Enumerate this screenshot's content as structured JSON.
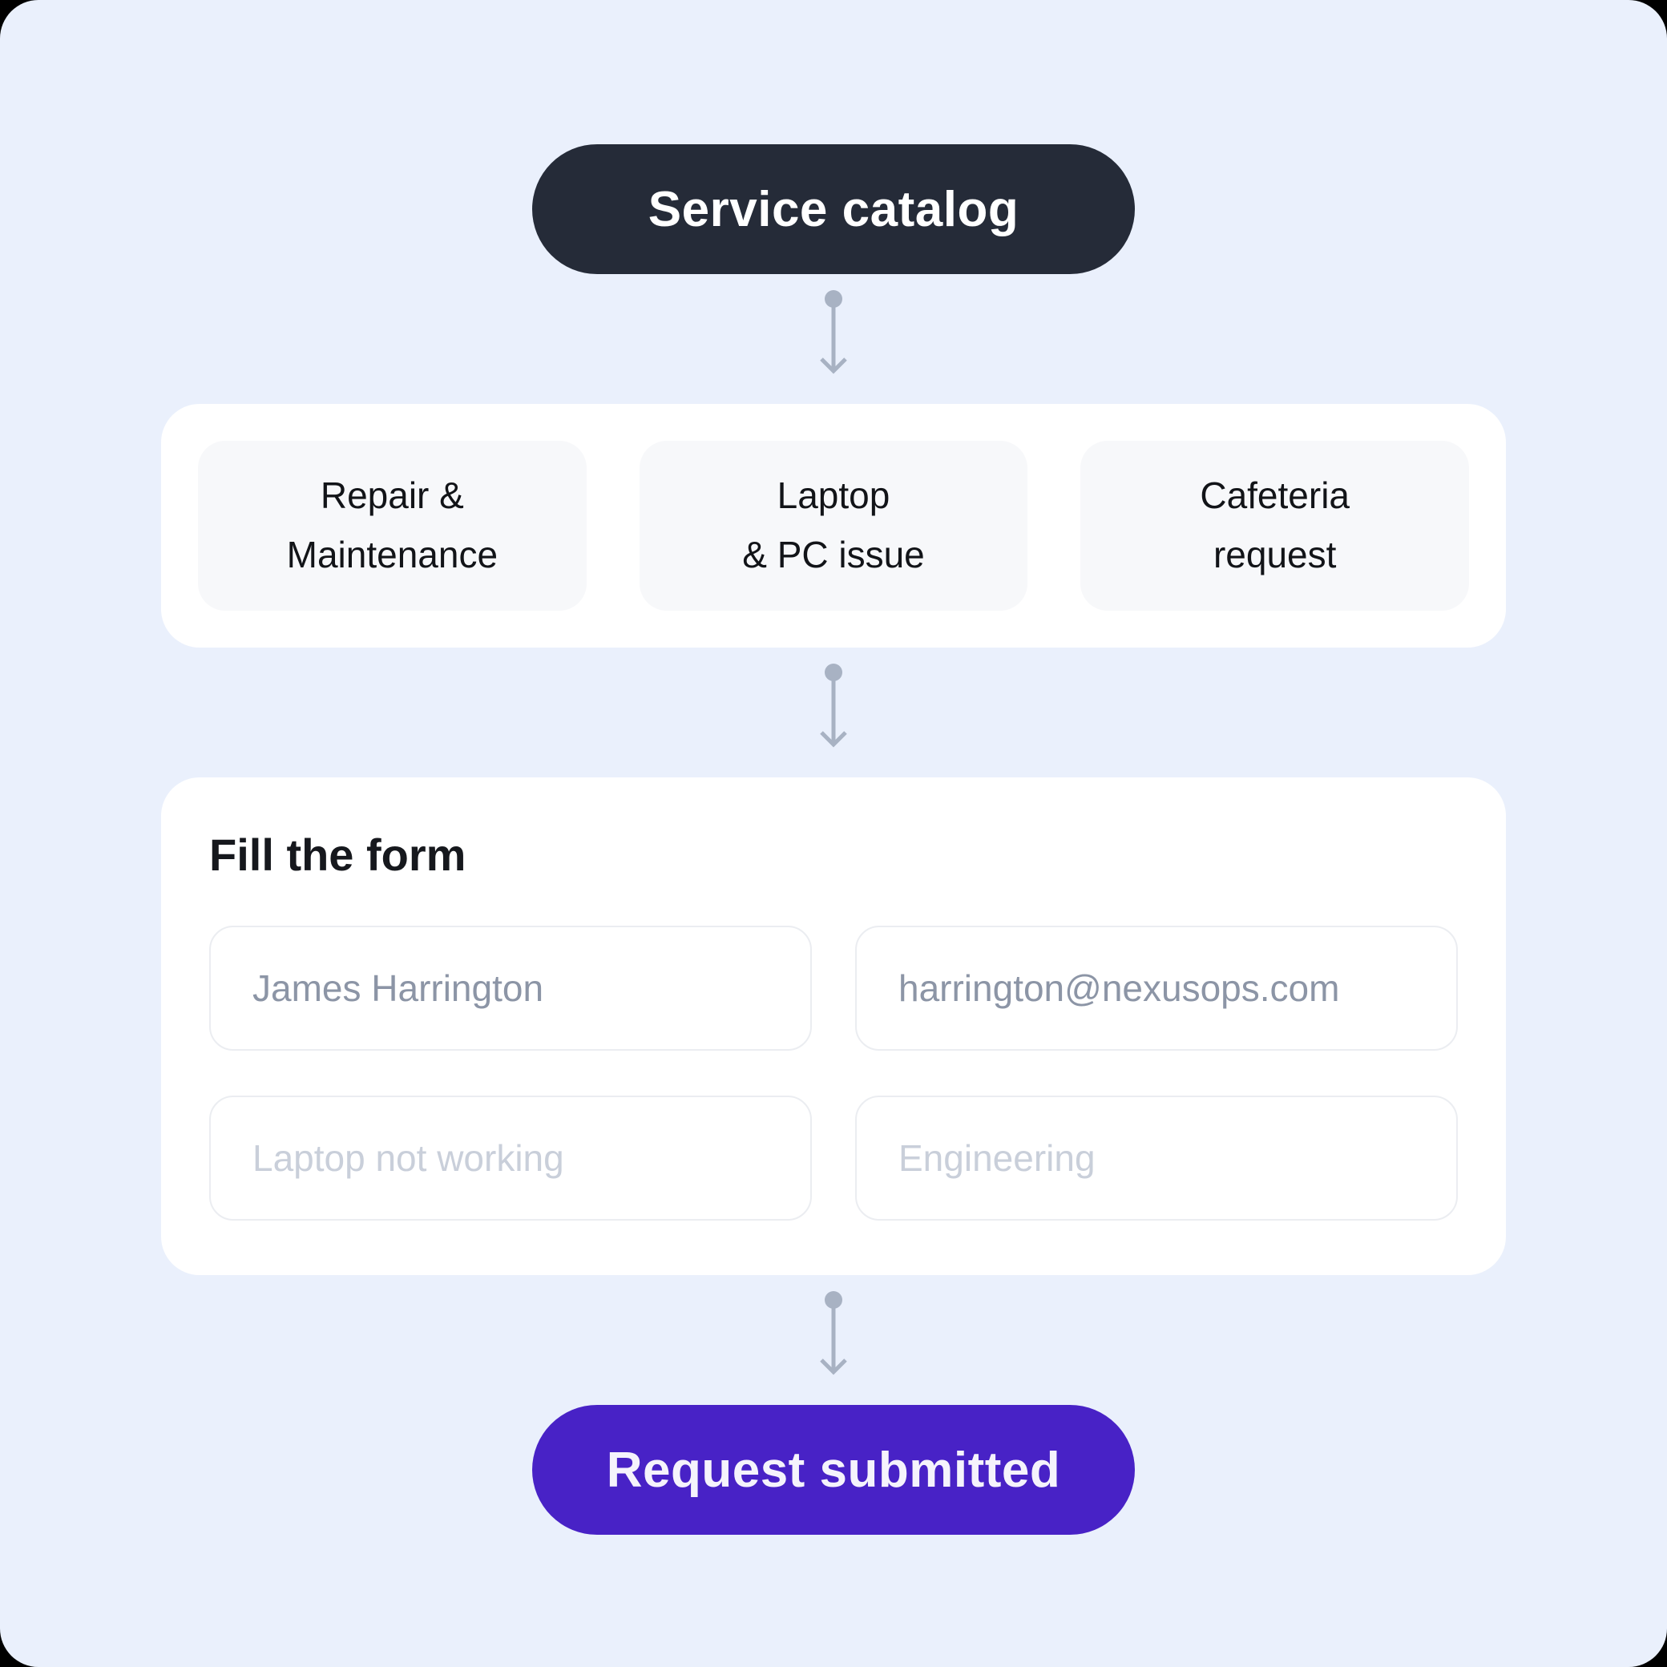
{
  "flow": {
    "start": {
      "label": "Service catalog"
    },
    "catalog": {
      "options": [
        {
          "line1": "Repair &",
          "line2": "Maintenance"
        },
        {
          "line1": "Laptop",
          "line2": "& PC issue"
        },
        {
          "line1": "Cafeteria",
          "line2": "request"
        }
      ]
    },
    "form": {
      "title": "Fill the form",
      "fields": [
        {
          "placeholder": "James Harrington"
        },
        {
          "placeholder": "harrington@nexusops.com"
        },
        {
          "placeholder": "Laptop not working"
        },
        {
          "placeholder": "Engineering"
        }
      ]
    },
    "end": {
      "label": "Request submitted"
    }
  },
  "colors": {
    "background": "#EAF0FC",
    "start_node": "#252B38",
    "end_node": "#4822C6",
    "connector": "#A8B2C3",
    "card": "#FFFFFF",
    "option_tile": "#F7F8FA"
  }
}
